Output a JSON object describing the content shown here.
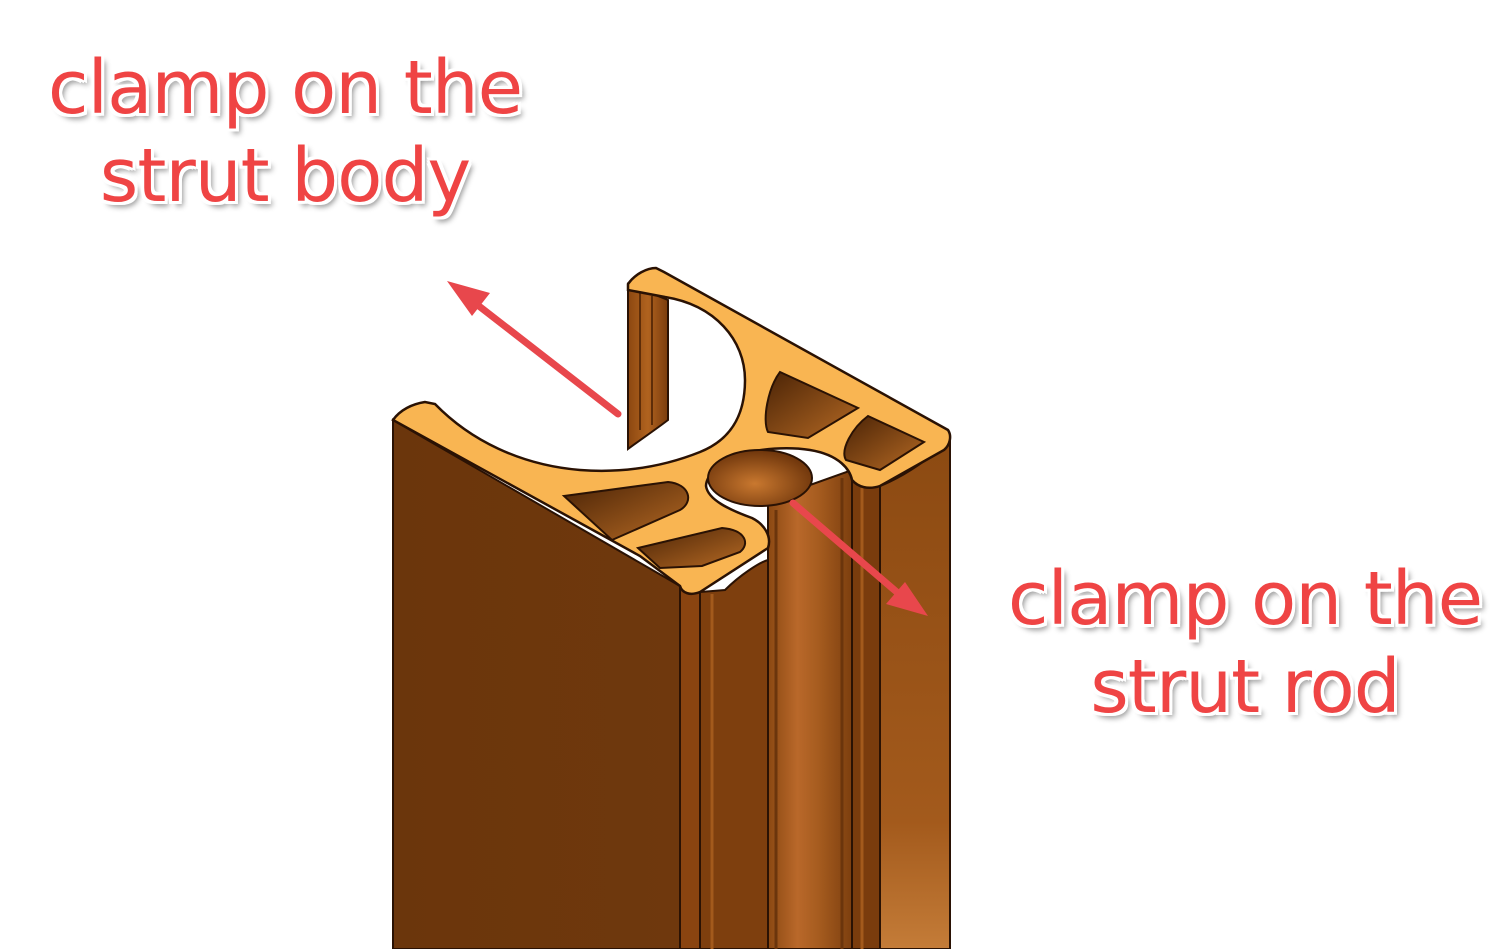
{
  "annotations": {
    "body_label": {
      "line1": "clamp on the",
      "line2": "strut body"
    },
    "rod_label": {
      "line1": "clamp on the",
      "line2": "strut rod"
    }
  },
  "colors": {
    "annotation_text": "#ef4444",
    "arrow": "#e8474c",
    "profile_face": "#f9b552",
    "profile_front": "#6b350c",
    "profile_side": "#9a5318",
    "profile_rod": "#b8692a",
    "outline": "#2a1204"
  },
  "icons": [
    "arrow-up-left-icon",
    "arrow-down-right-icon"
  ]
}
